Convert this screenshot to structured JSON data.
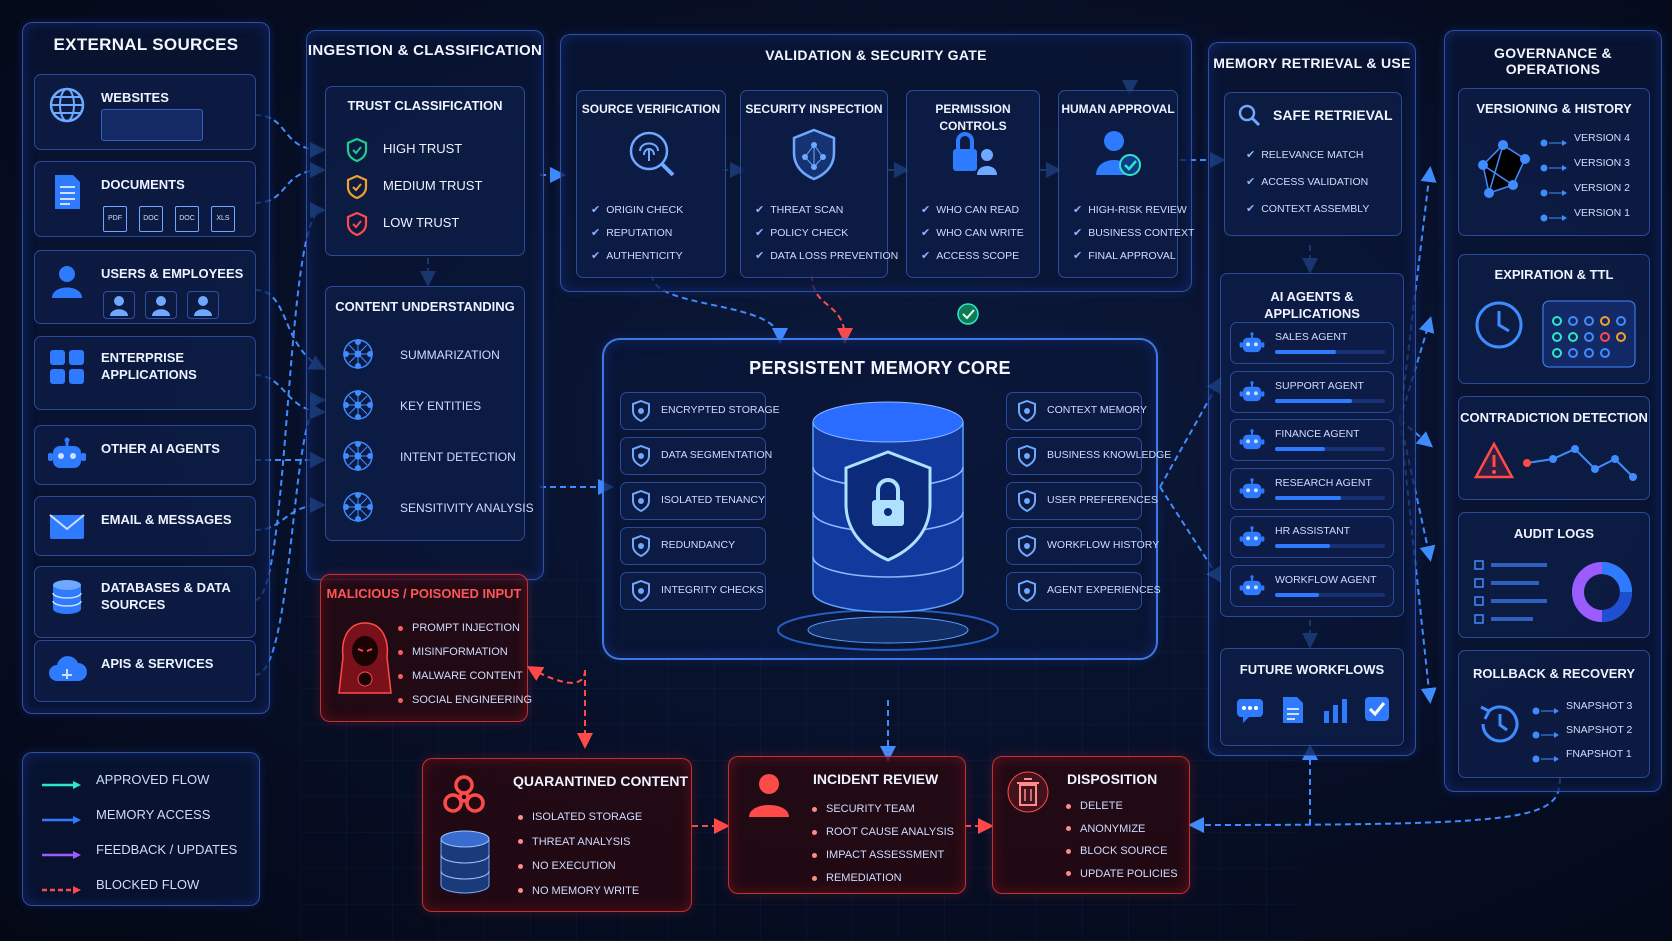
{
  "colors": {
    "approved": "#2ee6c8",
    "memory": "#2f7bff",
    "feedback": "#9b5cff",
    "blocked": "#ff4a4a"
  },
  "external": {
    "title": "EXTERNAL SOURCES",
    "items": [
      {
        "label": "WEBSITES",
        "icon": "globe-icon"
      },
      {
        "label": "DOCUMENTS",
        "icon": "document-icon"
      },
      {
        "label": "USERS & EMPLOYEES",
        "icon": "users-icon"
      },
      {
        "label": "ENTERPRISE APPLICATIONS",
        "icon": "apps-grid-icon"
      },
      {
        "label": "OTHER AI AGENTS",
        "icon": "robot-icon"
      },
      {
        "label": "EMAIL & MESSAGES",
        "icon": "envelope-icon"
      },
      {
        "label": "DATABASES & DATA SOURCES",
        "icon": "database-icon"
      },
      {
        "label": "APIs & SERVICES",
        "icon": "cloud-api-icon"
      }
    ],
    "doc_types": [
      "PDF",
      "DOC",
      "DOC",
      "XLS"
    ]
  },
  "ingestion": {
    "title": "INGESTION & CLASSIFICATION",
    "trust": {
      "title": "TRUST CLASSIFICATION",
      "items": [
        "HIGH TRUST",
        "MEDIUM TRUST",
        "LOW TRUST"
      ],
      "colors": [
        "#22c98a",
        "#f0a030",
        "#ff4a4a"
      ]
    },
    "content": {
      "title": "CONTENT UNDERSTANDING",
      "items": [
        "SUMMARIZATION",
        "KEY ENTITIES",
        "INTENT DETECTION",
        "SENSITIVITY ANALYSIS"
      ]
    }
  },
  "malicious": {
    "title": "MALICIOUS / POISONED INPUT",
    "items": [
      "PROMPT INJECTION",
      "MISINFORMATION",
      "MALWARE CONTENT",
      "SOCIAL ENGINEERING"
    ]
  },
  "gate": {
    "title": "VALIDATION & SECURITY GATE",
    "cards": [
      {
        "title": "SOURCE VERIFICATION",
        "icon": "fingerprint-icon",
        "items": [
          "ORIGIN CHECK",
          "REPUTATION",
          "AUTHENTICITY"
        ]
      },
      {
        "title": "SECURITY INSPECTION",
        "icon": "shield-network-icon",
        "items": [
          "THREAT SCAN",
          "POLICY CHECK",
          "DATA LOSS PREVENTION"
        ]
      },
      {
        "title": "PERMISSION CONTROLS",
        "icon": "lock-user-icon",
        "items": [
          "WHO CAN READ",
          "WHO CAN WRITE",
          "ACCESS SCOPE"
        ]
      },
      {
        "title": "HUMAN APPROVAL",
        "icon": "approver-icon",
        "items": [
          "HIGH-RISK REVIEW",
          "BUSINESS CONTEXT",
          "FINAL APPROVAL"
        ]
      }
    ]
  },
  "core": {
    "title": "PERSISTENT MEMORY CORE",
    "left": [
      "ENCRYPTED STORAGE",
      "DATA SEGMENTATION",
      "ISOLATED TENANCY",
      "REDUNDANCY",
      "INTEGRITY CHECKS"
    ],
    "right": [
      "CONTEXT MEMORY",
      "BUSINESS KNOWLEDGE",
      "USER PREFERENCES",
      "WORKFLOW HISTORY",
      "AGENT EXPERIENCES"
    ]
  },
  "retrieval": {
    "title": "MEMORY RETRIEVAL & USE",
    "safe": {
      "title": "SAFE RETRIEVAL",
      "items": [
        "RELEVANCE MATCH",
        "ACCESS VALIDATION",
        "CONTEXT ASSEMBLY"
      ]
    },
    "agents": {
      "title": "AI AGENTS & APPLICATIONS",
      "items": [
        {
          "label": "SALES AGENT",
          "level": 0.55
        },
        {
          "label": "SUPPORT AGENT",
          "level": 0.7
        },
        {
          "label": "FINANCE AGENT",
          "level": 0.45
        },
        {
          "label": "RESEARCH AGENT",
          "level": 0.6
        },
        {
          "label": "HR ASSISTANT",
          "level": 0.5
        },
        {
          "label": "WORKFLOW AGENT",
          "level": 0.4
        }
      ]
    },
    "future": {
      "title": "FUTURE WORKFLOWS"
    }
  },
  "governance": {
    "title": "GOVERNANCE & OPERATIONS",
    "versioning": {
      "title": "VERSIONING & HISTORY",
      "items": [
        "VERSION 4",
        "VERSION 3",
        "VERSION 2",
        "VERSION 1"
      ]
    },
    "ttl": {
      "title": "EXPIRATION & TTL"
    },
    "contradiction": {
      "title": "CONTRADICTION DETECTION"
    },
    "audit": {
      "title": "AUDIT LOGS"
    },
    "rollback": {
      "title": "ROLLBACK & RECOVERY",
      "items": [
        "SNAPSHOT 3",
        "SNAPSHOT 2",
        "FNAPSHOT 1"
      ]
    }
  },
  "quarantine": {
    "title": "QUARANTINED CONTENT",
    "items": [
      "ISOLATED STORAGE",
      "THREAT ANALYSIS",
      "NO EXECUTION",
      "NO MEMORY WRITE"
    ]
  },
  "incident": {
    "title": "INCIDENT REVIEW",
    "items": [
      "SECURITY TEAM",
      "ROOT CAUSE ANALYSIS",
      "IMPACT ASSESSMENT",
      "REMEDIATION"
    ]
  },
  "disposition": {
    "title": "DISPOSITION",
    "items": [
      "DELETE",
      "ANONYMIZE",
      "BLOCK SOURCE",
      "UPDATE POLICIES"
    ]
  },
  "legend": {
    "items": [
      {
        "label": "APPROVED FLOW",
        "color": "#2ee6c8"
      },
      {
        "label": "MEMORY ACCESS",
        "color": "#2f7bff"
      },
      {
        "label": "FEEDBACK / UPDATES",
        "color": "#9b5cff"
      },
      {
        "label": "BLOCKED FLOW",
        "color": "#ff4a4a",
        "dashed": true
      }
    ]
  }
}
